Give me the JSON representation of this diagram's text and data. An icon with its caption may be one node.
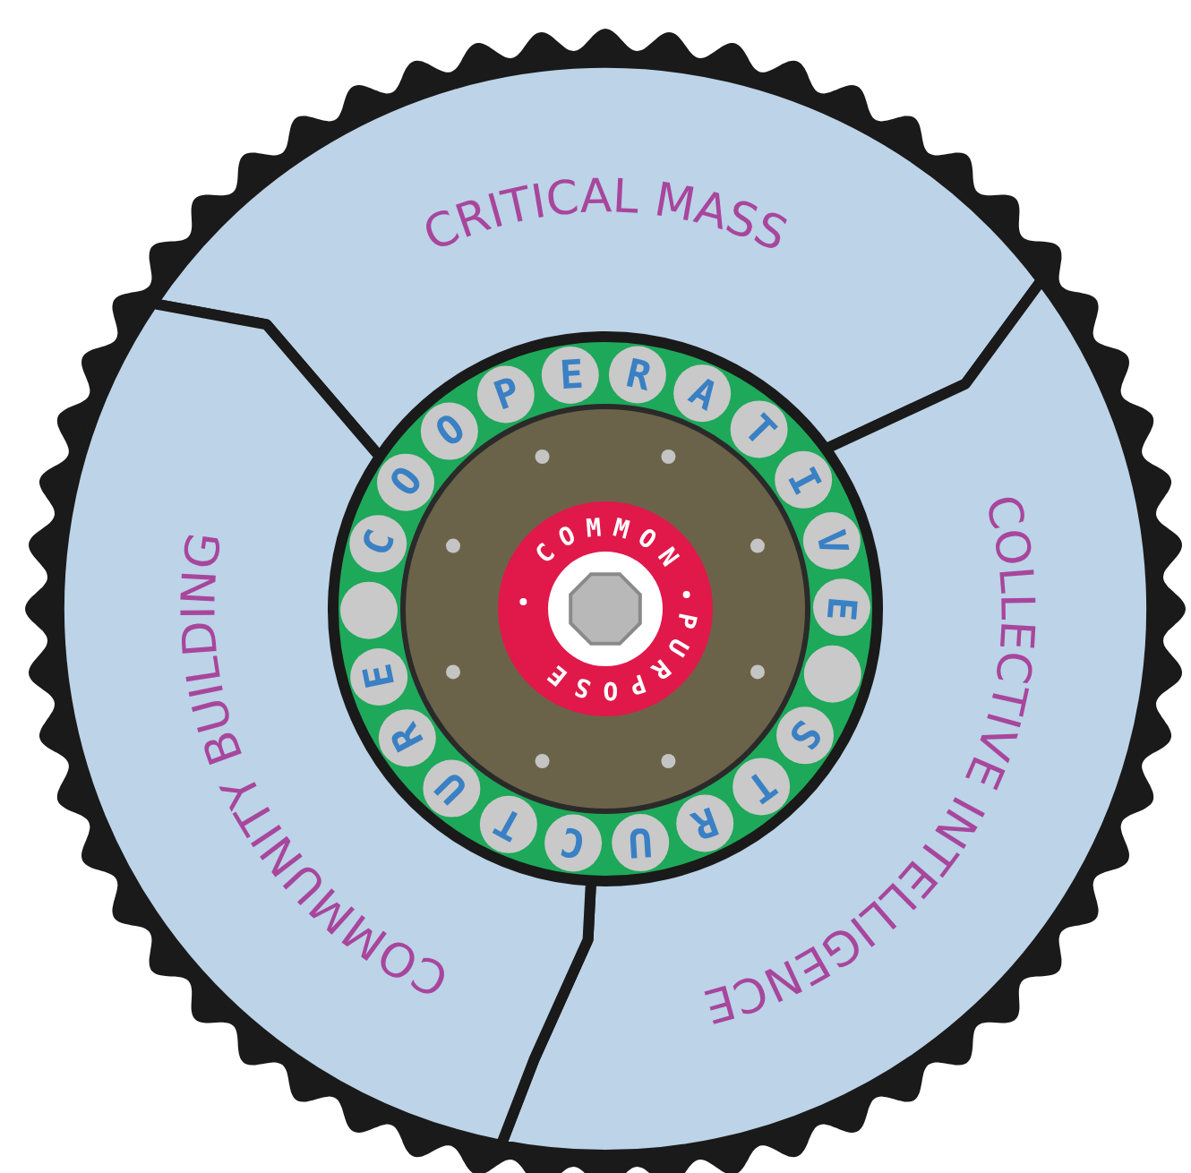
{
  "diagram": {
    "nodes": [
      {
        "text": [],
        "shape": "circle"
      },
      {
        "text": [
          "CRITICAL MASS"
        ],
        "in": 0
      },
      {
        "text": [
          "COLLECTIVE INTELLIGENCE"
        ],
        "in": 0
      },
      {
        "text": [
          "COMMUNITY BUILDING"
        ],
        "in": 0
      },
      {
        "text": [
          "COOPERATIVE",
          "STRUCTURE"
        ],
        "in": 0
      },
      {
        "text": [
          "COMMON",
          "PURPOSE"
        ],
        "in": 4
      }
    ],
    "edges": []
  }
}
